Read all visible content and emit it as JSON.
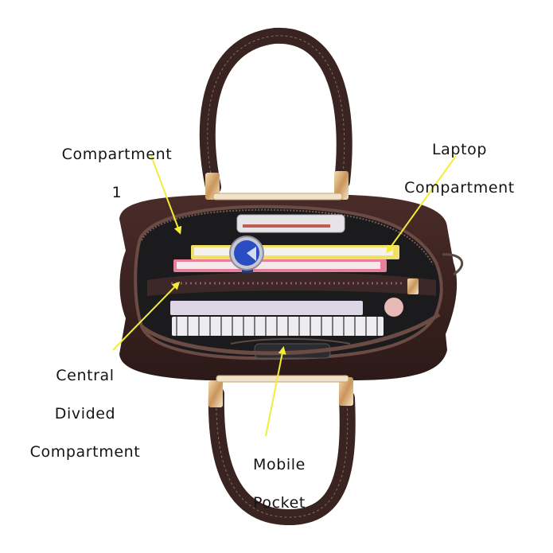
{
  "image": {
    "subject": "Dark brown leather handbag, top view, open showing interior compartments",
    "background_color": "#ffffff",
    "bag_color": "#3a2220",
    "lining_color": "#1b1a1c",
    "hardware_color": "#d8b27a",
    "arrow_color": "#f2ec3a"
  },
  "annotations": [
    {
      "id": "compartment-1",
      "lines": [
        "Compartment",
        "1"
      ]
    },
    {
      "id": "laptop-compartment",
      "lines": [
        "Laptop",
        "Compartment"
      ]
    },
    {
      "id": "central-divided-compartment",
      "lines": [
        "Central",
        "Divided",
        "Compartment"
      ]
    },
    {
      "id": "mobile-pocket",
      "lines": [
        "Mobile",
        "Pocket"
      ]
    }
  ]
}
